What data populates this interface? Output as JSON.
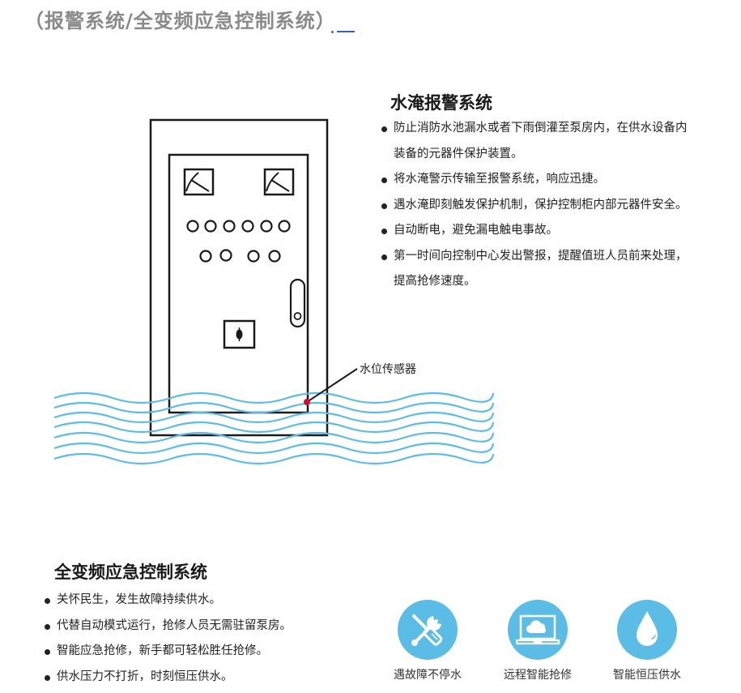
{
  "header": {
    "title": "（报警系统/全变频应急控制系统）"
  },
  "flood_alarm": {
    "heading": "水淹报警系统",
    "bullets": [
      "防止消防水池漏水或者下雨倒灌至泵房内，在供水设备内装备的元器件保护装置。",
      "将水淹警示传输至报警系统，响应迅捷。",
      "遇水淹即刻触发保护机制，保护控制柜内部元器件安全。",
      "自动断电，避免漏电触电事故。",
      "第一时间向控制中心发出警报，提醒值班人员前来处理，提高抢修速度。"
    ],
    "diagram": {
      "sensor_label": "水位传感器",
      "wave_color": "#5bbde6",
      "sensor_color": "#d0102a"
    }
  },
  "vfd_emergency": {
    "heading": "全变频应急控制系统",
    "bullets": [
      "关怀民生，发生故障持续供水。",
      "代替自动模式运行，抢修人员无需驻留泵房。",
      "智能应急抢修，新手都可轻松胜任抢修。",
      "供水压力不打折，时刻恒压供水。"
    ]
  },
  "features": [
    {
      "icon": "tools-icon",
      "label": "遇故障不停水"
    },
    {
      "icon": "laptop-cloud-icon",
      "label": "远程智能抢修"
    },
    {
      "icon": "water-drop-icon",
      "label": "智能恒压供水"
    }
  ],
  "colors": {
    "accent": "#5bbde6",
    "title_gray": "#8a8a8a",
    "underline_blue": "#2a6ab4"
  }
}
